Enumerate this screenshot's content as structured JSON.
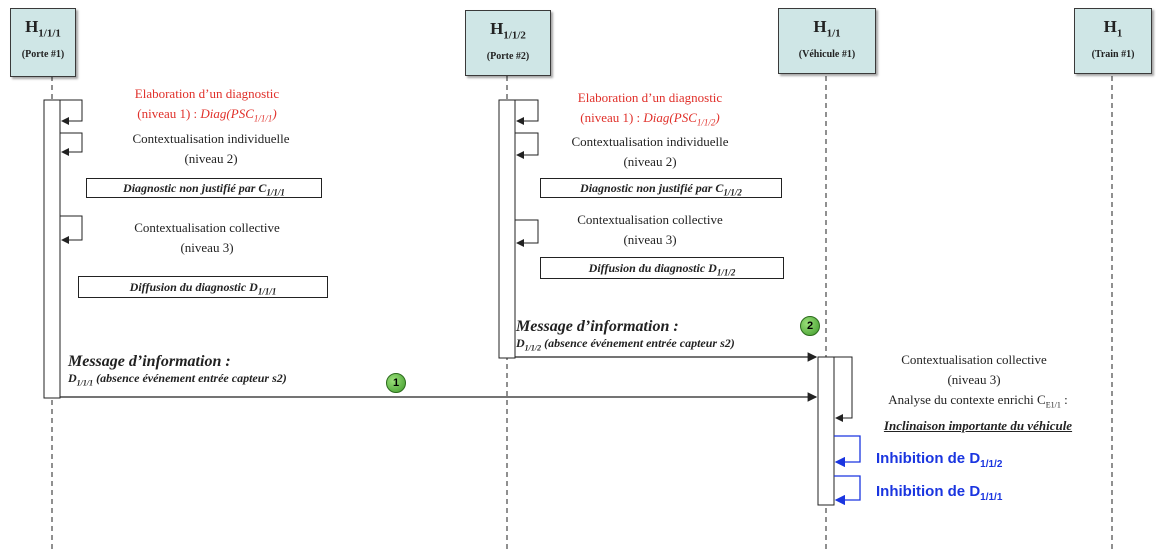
{
  "actors": [
    {
      "h_main": "H",
      "h_sub": "1/1/1",
      "label": "(Porte #1)"
    },
    {
      "h_main": "H",
      "h_sub": "1/1/2",
      "label": "(Porte #2)"
    },
    {
      "h_main": "H",
      "h_sub": "1/1",
      "label": "(Véhicule #1)"
    },
    {
      "h_main": "H",
      "h_sub": "1",
      "label": "(Train #1)"
    }
  ],
  "porte1": {
    "elab_line1": "Elaboration d’un diagnostic",
    "elab_line2_prefix": "(niveau 1) : ",
    "elab_diag_main": "Diag(PSC",
    "elab_diag_sub": "1/1/1",
    "elab_diag_close": ")",
    "ctx_ind_line1": "Contextualisation individuelle",
    "ctx_ind_line2": "(niveau 2)",
    "non_justifie_main": "Diagnostic non justifié par C",
    "non_justifie_sub": "1/1/1",
    "ctx_col_line1": "Contextualisation collective",
    "ctx_col_line2": "(niveau 3)",
    "diffusion_main": "Diffusion du diagnostic D",
    "diffusion_sub": "1/1/1"
  },
  "porte2": {
    "elab_line1": "Elaboration d’un diagnostic",
    "elab_line2_prefix": "(niveau 1) : ",
    "elab_diag_main": "Diag(PSC",
    "elab_diag_sub": "1/1/2",
    "elab_diag_close": ")",
    "ctx_ind_line1": "Contextualisation individuelle",
    "ctx_ind_line2": "(niveau 2)",
    "non_justifie_main": "Diagnostic non justifié par C",
    "non_justifie_sub": "1/1/2",
    "ctx_col_line1": "Contextualisation collective",
    "ctx_col_line2": "(niveau 3)",
    "diffusion_main": "Diffusion du diagnostic D",
    "diffusion_sub": "1/1/2"
  },
  "message1": {
    "title": "Message d’information :",
    "d_main": "D",
    "d_sub": "1/1/1",
    "rest": " (absence événement entrée capteur s2)",
    "badge": "1"
  },
  "message2": {
    "title": "Message d’information :",
    "d_main": "D",
    "d_sub": "1/1/2",
    "rest": " (absence événement entrée capteur s2)",
    "badge": "2"
  },
  "vehicule": {
    "ctx_col_line1": "Contextualisation collective",
    "ctx_col_line2": "(niveau 3)",
    "analyse_main": "Analyse du contexte enrichi C",
    "analyse_sub": "E1/1",
    "analyse_colon": " :",
    "inclinaison": "Inclinaison importante du véhicule",
    "inhib1_main": "Inhibition de D",
    "inhib1_sub": "1/1/2",
    "inhib2_main": "Inhibition de D",
    "inhib2_sub": "1/1/1"
  },
  "colors": {
    "actor_fill": "#cfe6e6",
    "red_text": "#e0302a",
    "blue_text": "#1a35e0",
    "badge_green": "#3e9a2a"
  }
}
